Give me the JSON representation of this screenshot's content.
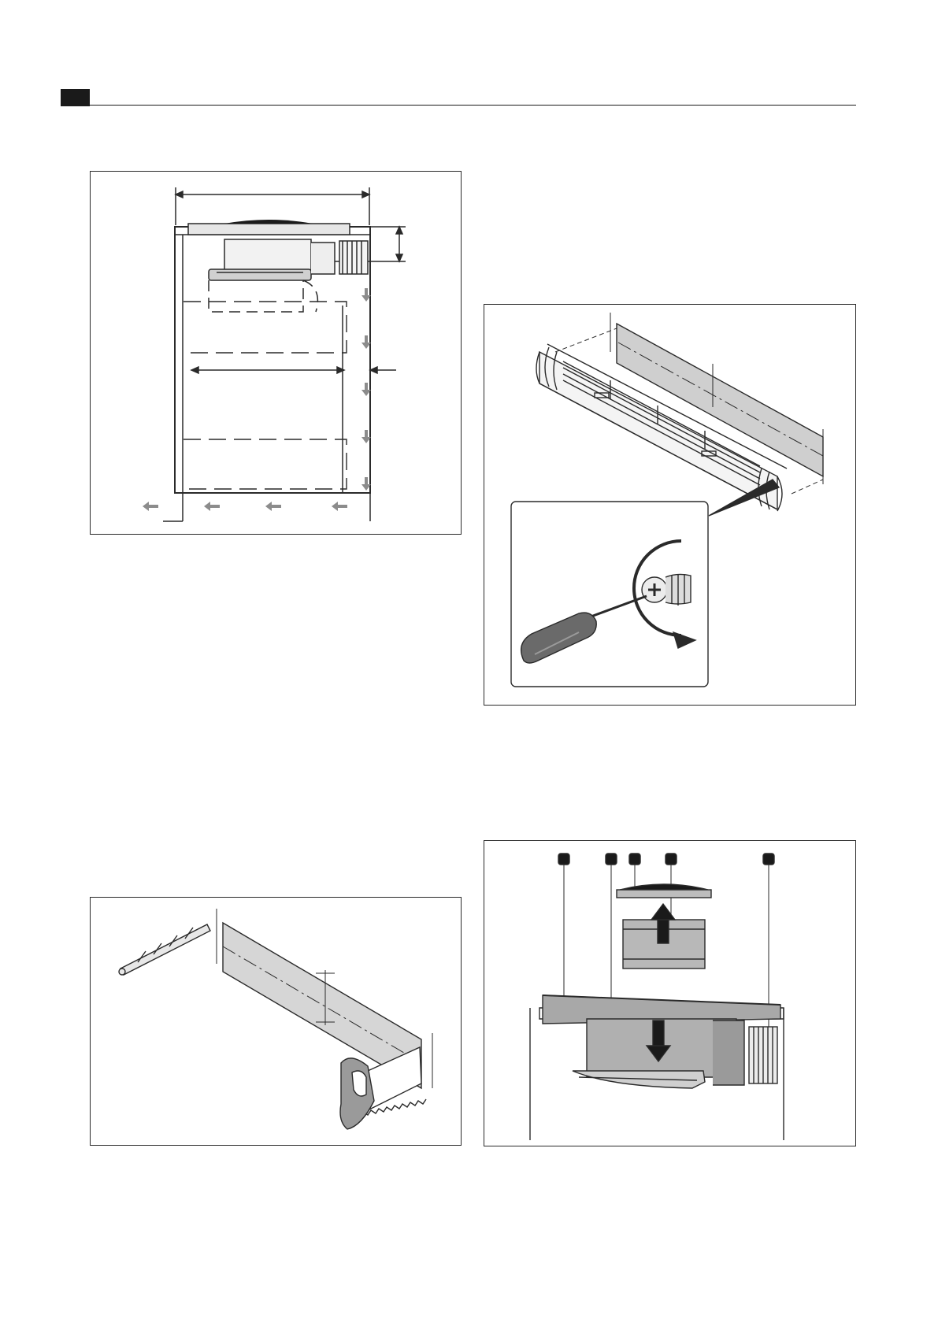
{
  "page": {
    "header": {
      "section_badge": ""
    },
    "figures": [
      {
        "id": "fig1",
        "subject": "cabinet-cross-section-with-cooktop"
      },
      {
        "id": "fig2",
        "subject": "cable-channel-cutout-and-screw-detail"
      },
      {
        "id": "fig3",
        "subject": "drilling-and-sawing-cutout"
      },
      {
        "id": "fig4",
        "subject": "cooktop-fan-unit-installation"
      }
    ],
    "callouts_fig4": [
      "",
      "",
      "",
      "",
      ""
    ]
  },
  "colors": {
    "ink": "#1a1a1a",
    "line": "#2a2a2a",
    "fill_gray": "#b8b8b8",
    "arrow_gray": "#8c8c8c"
  }
}
